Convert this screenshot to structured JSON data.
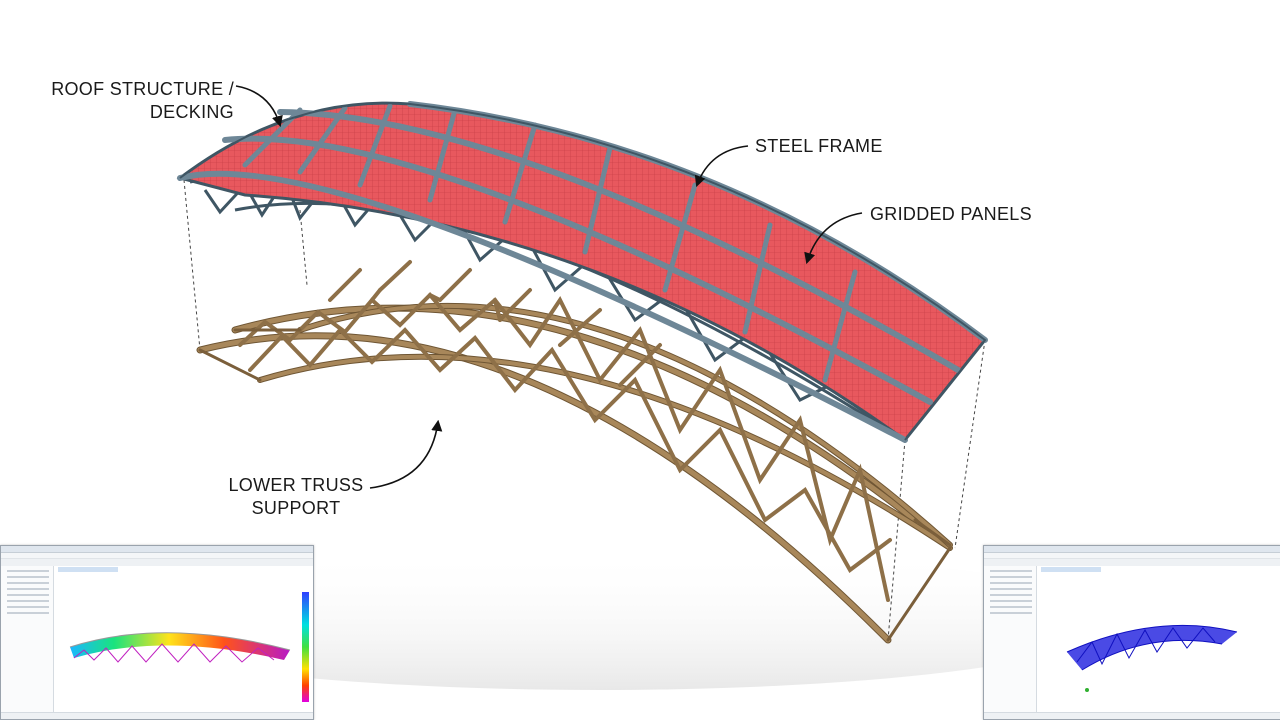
{
  "callouts": {
    "roof_line1": "ROOF STRUCTURE /",
    "roof_line2": "DECKING",
    "steel_frame": "STEEL FRAME",
    "gridded_panels": "GRIDDED PANELS",
    "truss_line1": "LOWER TRUSS",
    "truss_line2": "SUPPORT"
  },
  "colors": {
    "deck_panel": "#e8585e",
    "deck_grid": "#c33a41",
    "steel_frame": "#6e8797",
    "steel_frame_edge": "#3f5664",
    "timber": "#a8875a",
    "timber_dark": "#6f5634",
    "leader": "#111111"
  },
  "icons": {
    "left_window": "stress-contour-model-view",
    "right_window": "wireframe-model-view"
  }
}
